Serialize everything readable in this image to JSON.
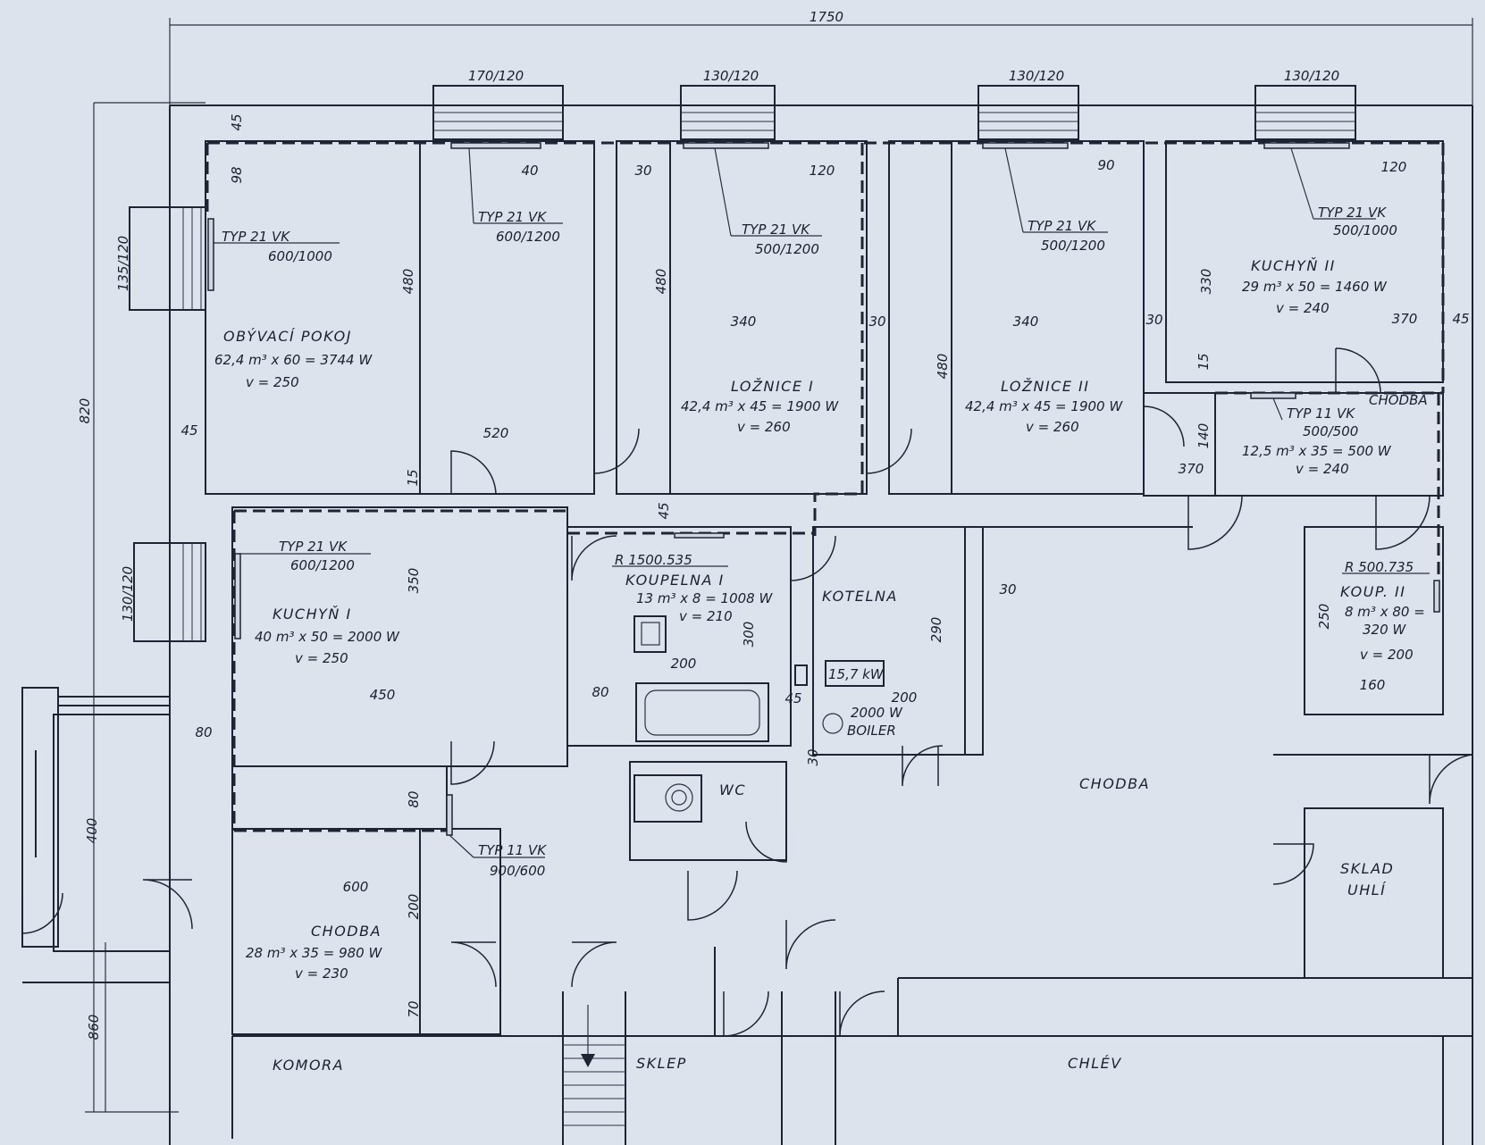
{
  "dimensions": {
    "total_width": "1750",
    "total_depth": "820",
    "lower_depth": "860",
    "win_1": "170/120",
    "win_2": "130/120",
    "win_3": "130/120",
    "win_4": "130/120",
    "win_left_top": "135/120",
    "win_left_mid": "130/120",
    "d_45_top": "45",
    "d_98": "98",
    "d_40": "40",
    "d_30a": "30",
    "d_120a": "120",
    "d_90": "90",
    "d_120b": "120",
    "d_480a": "480",
    "d_480b": "480",
    "d_480c": "480",
    "d_340a": "340",
    "d_340b": "340",
    "d_30b": "30",
    "d_30c": "30",
    "d_330": "330",
    "d_370a": "370",
    "d_45r": "45",
    "d_15a": "15",
    "d_45l": "45",
    "d_520": "520",
    "d_15b": "15",
    "d_45c": "45",
    "d_140": "140",
    "d_370b": "370",
    "d_350": "350",
    "d_450": "450",
    "d_80a": "80",
    "d_300": "300",
    "d_200a": "200",
    "d_45d": "45",
    "d_30d": "30",
    "d_290": "290",
    "d_200b": "200",
    "d_250": "250",
    "d_160": "160",
    "d_80b": "80",
    "d_400": "400",
    "d_80c": "80",
    "d_600": "600",
    "d_200c": "200",
    "d_70": "70",
    "d_30e": "30"
  },
  "rooms": {
    "obyvaci": {
      "name": "OBÝVACÍ POKOJ",
      "calc": "62,4 m³ x 60 = 3744 W",
      "v": "v = 250"
    },
    "loznice1": {
      "name": "LOŽNICE I",
      "calc": "42,4 m³ x 45 = 1900 W",
      "v": "v = 260"
    },
    "loznice2": {
      "name": "LOŽNICE II",
      "calc": "42,4 m³ x 45 = 1900 W",
      "v": "v = 260"
    },
    "kuchyn2": {
      "name": "KUCHYŇ II",
      "calc": "29 m³ x 50 = 1460 W",
      "v": "v = 240"
    },
    "chodba_small": {
      "name": "CHODBA",
      "calc": "12,5 m³ x 35 = 500 W",
      "v": "v = 240"
    },
    "kuchyn1": {
      "name": "KUCHYŇ I",
      "calc": "40 m³ x 50 = 2000 W",
      "v": "v = 250"
    },
    "koupelna1": {
      "name": "KOUPELNA I",
      "calc": "13 m³ x 8 = 1008 W",
      "v": "v = 210"
    },
    "kotelna": {
      "name": "KOTELNA",
      "power": "15,7 kW",
      "boiler_power": "2000 W",
      "boiler": "BOILER"
    },
    "koup2": {
      "name": "KOUP. II",
      "calc1": "8 m³ x 80 =",
      "calc2": "320 W",
      "v": "v = 200"
    },
    "wc": {
      "name": "WC"
    },
    "chodba_main": {
      "name": "CHODBA"
    },
    "sklad": {
      "line1": "SKLAD",
      "line2": "UHLÍ"
    },
    "chodba_lower": {
      "name": "CHODBA",
      "calc": "28 m³ x 35 = 980 W",
      "v": "v = 230"
    },
    "komora": {
      "name": "KOMORA"
    },
    "sklep": {
      "name": "SKLEP"
    },
    "chlev": {
      "name": "CHLÉV"
    }
  },
  "radiators": {
    "r1": {
      "type": "TYP 21 VK",
      "size": "600/1000"
    },
    "r2": {
      "type": "TYP 21 VK",
      "size": "600/1200"
    },
    "r3": {
      "type": "TYP 21 VK",
      "size": "500/1200"
    },
    "r4": {
      "type": "TYP 21 VK",
      "size": "500/1200"
    },
    "r5": {
      "type": "TYP 21 VK",
      "size": "500/1000"
    },
    "r6": {
      "type": "TYP 11 VK",
      "size": "500/500"
    },
    "r7": {
      "type": "TYP 21 VK",
      "size": "600/1200"
    },
    "r8": {
      "type": "TYP 11 VK",
      "size": "900/600"
    },
    "rb1": {
      "type": "R 1500.535"
    },
    "rb2": {
      "type": "R 500.735"
    }
  }
}
